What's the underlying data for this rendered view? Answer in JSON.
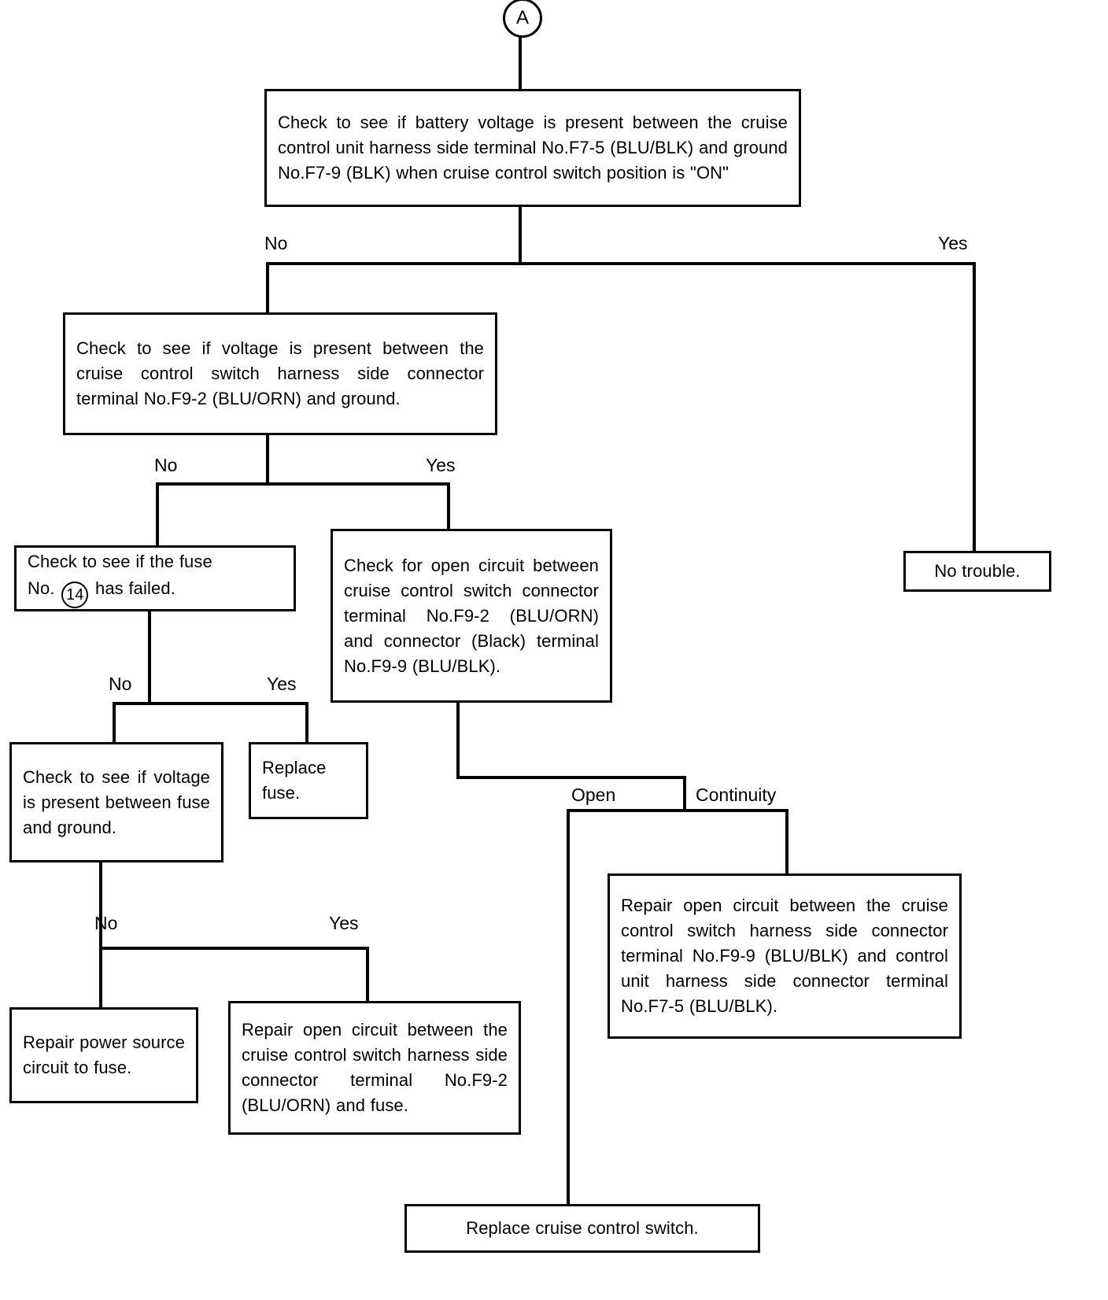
{
  "diagram": {
    "title": "Cruise control electrical troubleshooting flowchart",
    "type": "flowchart",
    "entry_connector": "A",
    "line_color": "#000000",
    "background_color": "#ffffff"
  },
  "nodes": {
    "n1_battery_voltage": "Check to see if battery voltage is present between the cruise control unit harness side terminal No.F7-5 (BLU/BLK) and ground No.F7-9 (BLK) when cruise control switch position is \"ON\"",
    "n2_switch_voltage": "Check to see if voltage is present between the cruise control switch harness side connector terminal No.F9-2 (BLU/ORN) and ground.",
    "n3_fuse_check": "Check to see if the fuse\nNo.",
    "n3_fuse_number": "14",
    "n3_fuse_check_tail": "has failed.",
    "n4_open_circuit_check": "Check for open circuit between cruise control switch connector terminal No.F9-2 (BLU/ORN) and connector (Black) terminal No.F9-9 (BLU/BLK).",
    "n5_no_trouble": "No trouble.",
    "n6_fuse_ground_voltage": "Check to see if voltage is present between fuse and ground.",
    "n7_replace_fuse": "Replace fuse.",
    "n8_repair_power_source": "Repair power source circuit to fuse.",
    "n9_repair_switch_to_fuse": "Repair open circuit between the cruise control switch harness side connector terminal No.F9-2 (BLU/ORN) and fuse.",
    "n10_repair_switch_to_unit": "Repair open circuit between the cruise control switch harness side connector terminal No.F9-9 (BLU/BLK) and control unit harness side connector terminal No.F7-5 (BLU/BLK).",
    "n11_replace_switch": "Replace cruise control switch."
  },
  "branch_labels": {
    "b1_no": "No",
    "b1_yes": "Yes",
    "b2_no": "No",
    "b2_yes": "Yes",
    "b3_no": "No",
    "b3_yes": "Yes",
    "b4_no": "No",
    "b4_yes": "Yes",
    "b5_open": "Open",
    "b5_continuity": "Continuity"
  }
}
